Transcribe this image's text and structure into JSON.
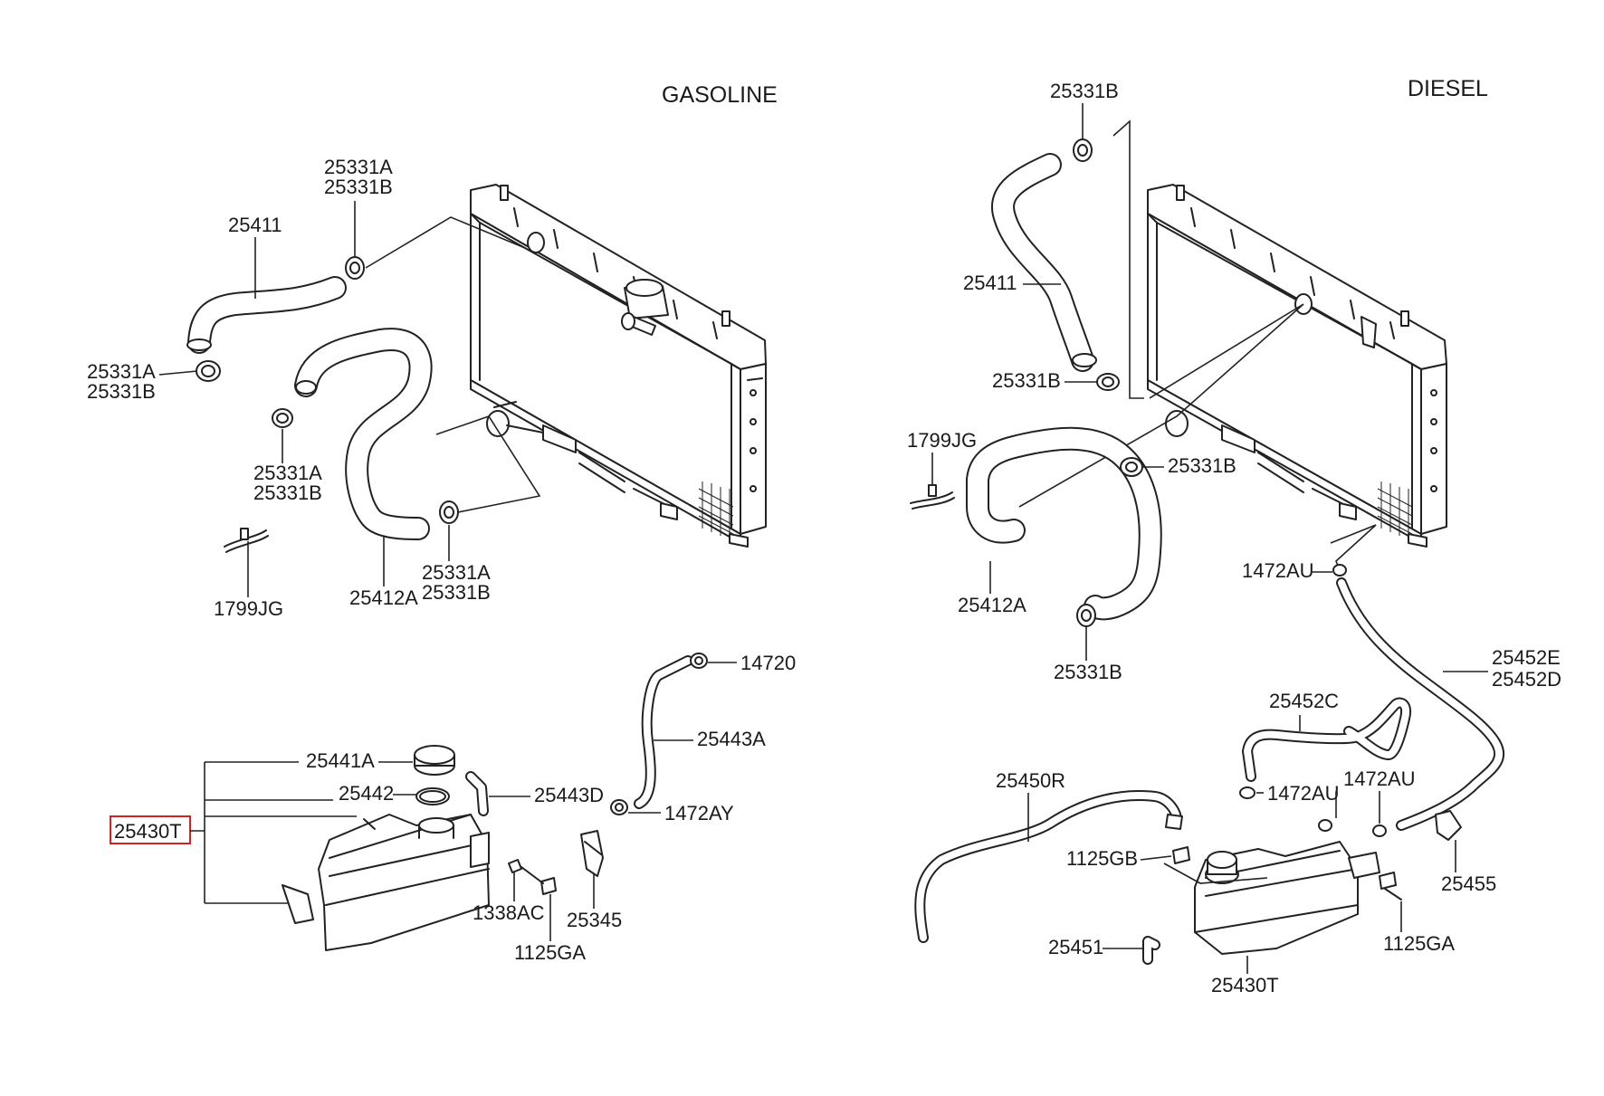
{
  "sections": {
    "gasoline": "GASOLINE",
    "diesel": "DIESEL"
  },
  "gasoline_labels": {
    "clamp_top_a": "25331A",
    "clamp_top_b": "25331B",
    "hose_upper": "25411",
    "clamp_left_a": "25331A",
    "clamp_left_b": "25331B",
    "clamp_mid_a": "25331A",
    "clamp_mid_b": "25331B",
    "clip": "1799JG",
    "hose_lower": "25412A",
    "clamp_low_a": "25331A",
    "clamp_low_b": "25331B",
    "hose_clamp_top": "14720",
    "hose_overflow": "25443A",
    "cap": "25441A",
    "gasket": "25442",
    "hose_small": "25443D",
    "clamp_hose": "1472AY",
    "reservoir": "25430T",
    "nut": "1338AC",
    "bolt": "1125GA",
    "bracket": "25345"
  },
  "diesel_labels": {
    "clamp_top": "25331B",
    "hose_upper": "25411",
    "clamp_hose_end": "25331B",
    "clip": "1799JG",
    "clamp_mid": "25331B",
    "hose_lower": "25412A",
    "clamp_low": "25331B",
    "clamp_rad": "1472AU",
    "hose_long_e": "25452E",
    "hose_long_d": "25452D",
    "hose_c": "25452C",
    "clamp_c": "1472AU",
    "clamp_tank": "1472AU",
    "hose_r": "25450R",
    "bolt_gb": "1125GB",
    "bracket": "25455",
    "bolt_ga": "1125GA",
    "hose_451": "25451",
    "reservoir": "25430T"
  }
}
